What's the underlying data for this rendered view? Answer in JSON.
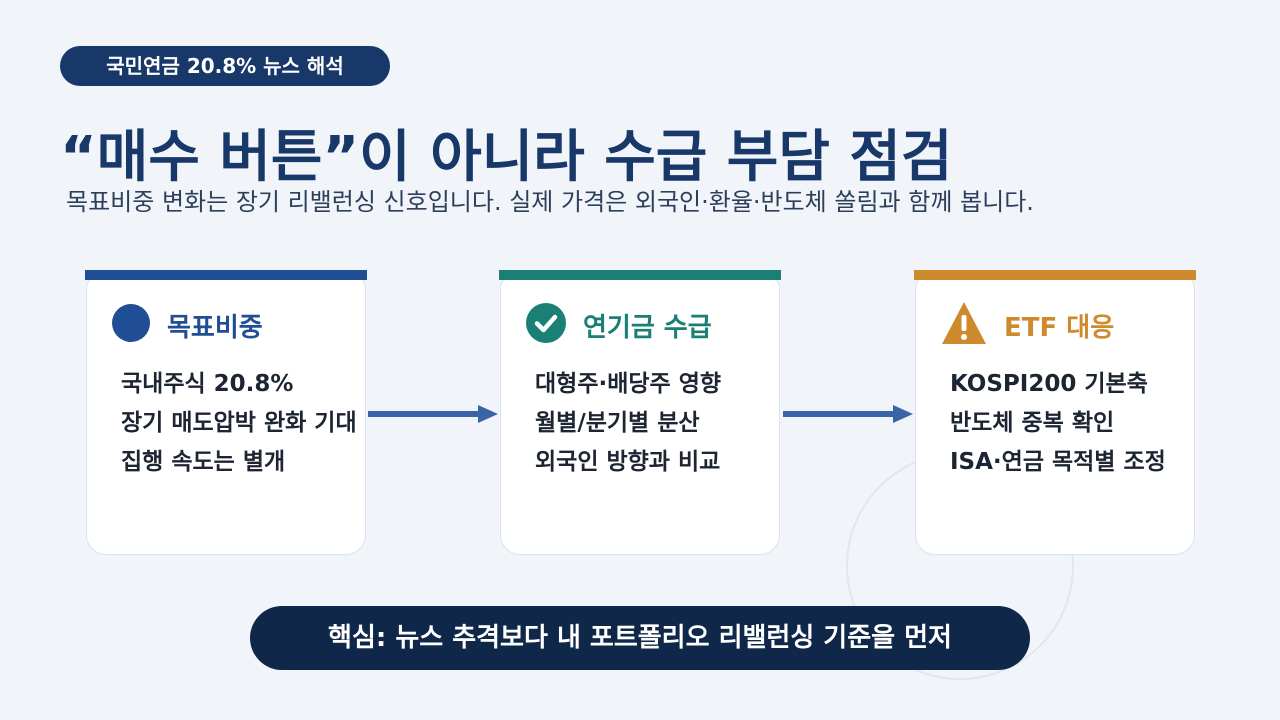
{
  "header": {
    "badge": "국민연금 20.8% 뉴스 해석",
    "title": "“매수 버튼”이 아니라 수급 부담 점검",
    "subtitle": "목표비중 변화는 장기 리밸런싱 신호입니다. 실제 가격은 외국인·환율·반도체 쏠림과 함께 봅니다."
  },
  "cards": [
    {
      "title": "목표비중",
      "icon": "circle-icon",
      "accent": "#1f4e96",
      "lines": [
        "국내주식 20.8%",
        "장기 매도압박 완화 기대",
        "집행 속도는 별개"
      ]
    },
    {
      "title": "연기금 수급",
      "icon": "check-circle-icon",
      "accent": "#1a8075",
      "lines": [
        "대형주·배당주 영향",
        "월별/분기별 분산",
        "외국인 방향과 비교"
      ]
    },
    {
      "title": "ETF 대응",
      "icon": "warning-icon",
      "accent": "#cf8a2e",
      "lines": [
        "KOSPI200 기본축",
        "반도체 중복 확인",
        "ISA·연금 목적별 조정"
      ]
    }
  ],
  "footer": {
    "summary": "핵심: 뉴스 추격보다 내 포트폴리오 리밸런싱 기준을 먼저"
  },
  "colors": {
    "navy": "#173869",
    "arrow": "#3a64a6"
  }
}
